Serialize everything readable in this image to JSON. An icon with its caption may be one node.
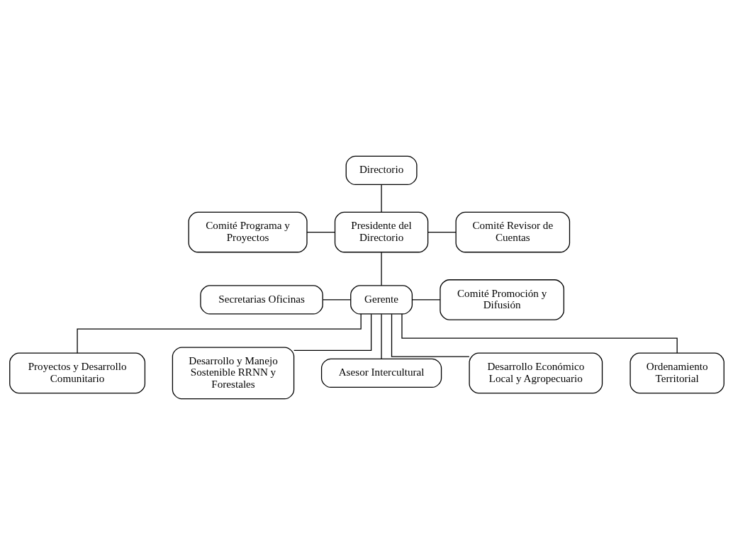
{
  "diagram": {
    "nodes": [
      {
        "text": [
          "Directorio"
        ]
      },
      {
        "text": [
          "Comité Programa y Proyectos"
        ]
      },
      {
        "text": [
          "Presidente del Directorio"
        ]
      },
      {
        "text": [
          "Comité Revisor de Cuentas"
        ]
      },
      {
        "text": [
          "Secretarias Oficinas"
        ]
      },
      {
        "text": [
          "Gerente"
        ]
      },
      {
        "text": [
          "Comité Promoción y Difusión"
        ]
      },
      {
        "text": [
          "Proyectos y Desarrollo Comunitario"
        ]
      },
      {
        "text": [
          "Desarrollo y Manejo Sostenible RRNN y Forestales"
        ]
      },
      {
        "text": [
          "Asesor Intercultural"
        ]
      },
      {
        "text": [
          "Desarrollo Económico Local y Agropecuario"
        ]
      },
      {
        "text": [
          "Ordenamiento Territorial"
        ]
      }
    ],
    "edges": [
      {
        "from": 0,
        "to": 2,
        "arrow": "none"
      },
      {
        "from": 2,
        "to": 1,
        "arrow": "none"
      },
      {
        "from": 2,
        "to": 3,
        "arrow": "none"
      },
      {
        "from": 2,
        "to": 5,
        "arrow": "none"
      },
      {
        "from": 5,
        "to": 4,
        "arrow": "none"
      },
      {
        "from": 5,
        "to": 6,
        "arrow": "none"
      },
      {
        "from": 5,
        "to": 7,
        "arrow": "none"
      },
      {
        "from": 5,
        "to": 8,
        "arrow": "none"
      },
      {
        "from": 5,
        "to": 9,
        "arrow": "none"
      },
      {
        "from": 5,
        "to": 10,
        "arrow": "none"
      },
      {
        "from": 5,
        "to": 11,
        "arrow": "none"
      }
    ]
  }
}
